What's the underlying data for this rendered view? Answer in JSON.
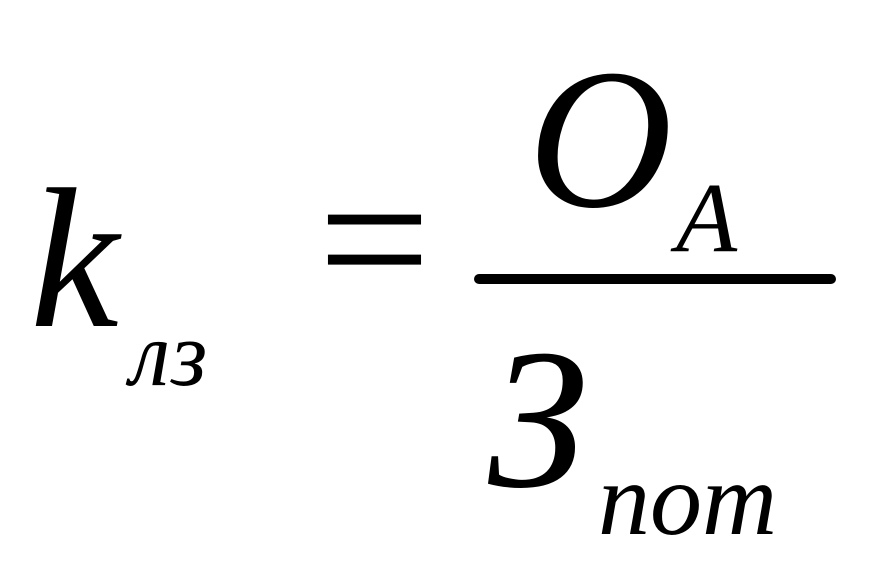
{
  "formula": {
    "lhs": {
      "symbol": "k",
      "subscript": "лз"
    },
    "operator": "=",
    "fraction": {
      "numerator": {
        "symbol": "О",
        "subscript": "А"
      },
      "denominator": {
        "symbol": "З",
        "subscript": "пот"
      }
    }
  }
}
